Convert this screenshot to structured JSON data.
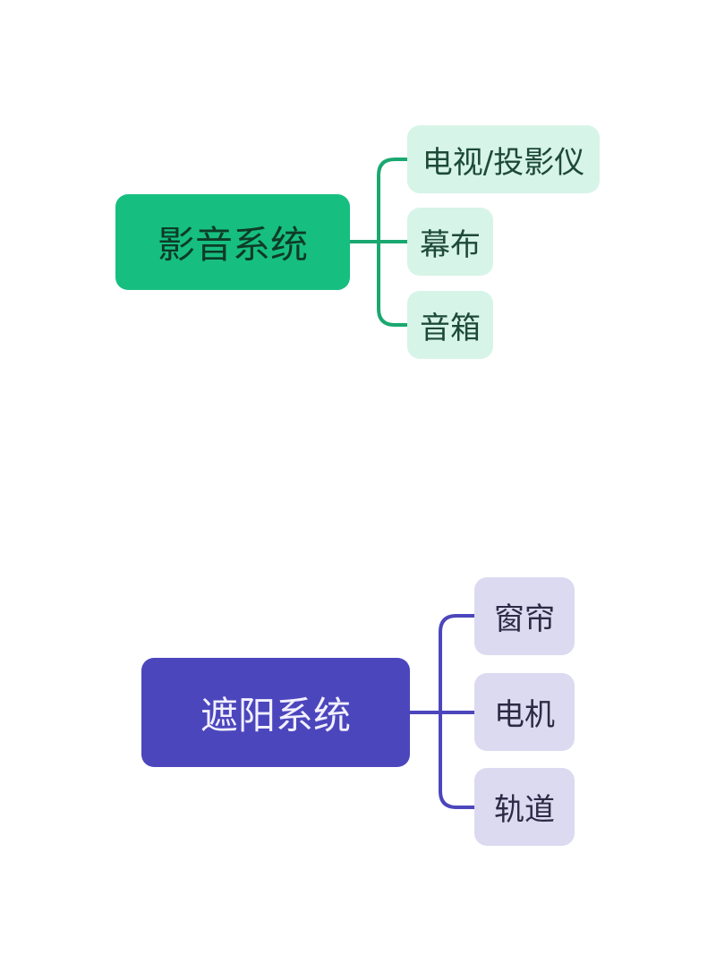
{
  "mindmaps": [
    {
      "root_label": "影音系统",
      "root_color": "#16bf80",
      "child_color": "#d7f4e8",
      "connector_color": "#1aa870",
      "children": [
        "电视/投影仪",
        "幕布",
        "音箱"
      ]
    },
    {
      "root_label": "遮阳系统",
      "root_color": "#4c46bd",
      "child_color": "#dcdaf1",
      "connector_color": "#4c46bd",
      "children": [
        "窗帘",
        "电机",
        "轨道"
      ]
    }
  ]
}
